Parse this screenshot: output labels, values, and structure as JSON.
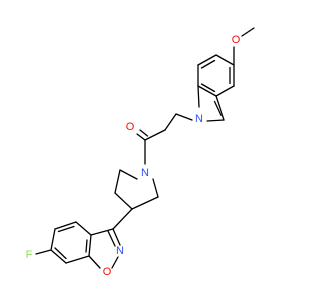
{
  "figure": {
    "atoms": [
      {
        "id": "atom-o-methoxy",
        "text": "O",
        "color": "#ff0d0d"
      },
      {
        "id": "atom-n-indole",
        "text": "N",
        "color": "#3050f8"
      },
      {
        "id": "atom-o-carbonyl",
        "text": "O",
        "color": "#ff0d0d"
      },
      {
        "id": "atom-n-piperidine",
        "text": "N",
        "color": "#3050f8"
      },
      {
        "id": "atom-n-isoxazole",
        "text": "N",
        "color": "#3050f8"
      },
      {
        "id": "atom-o-isoxazole",
        "text": "O",
        "color": "#ff0d0d"
      },
      {
        "id": "atom-f",
        "text": "F",
        "color": "#90e050"
      }
    ]
  }
}
